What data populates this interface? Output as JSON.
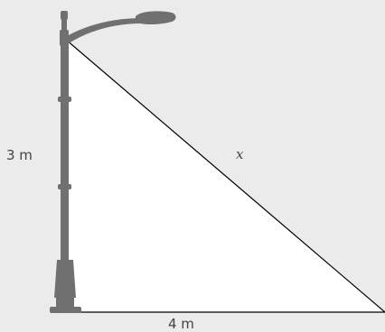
{
  "labels": {
    "height": "3 m",
    "base": "4 m",
    "hypotenuse": "x"
  },
  "colors": {
    "background": "#ebebeb",
    "triangle_fill": "#ffffff",
    "triangle_stroke": "#000000",
    "pole": "#707070",
    "label_text": "#444444"
  },
  "icons": [
    "street-lamp-icon"
  ]
}
